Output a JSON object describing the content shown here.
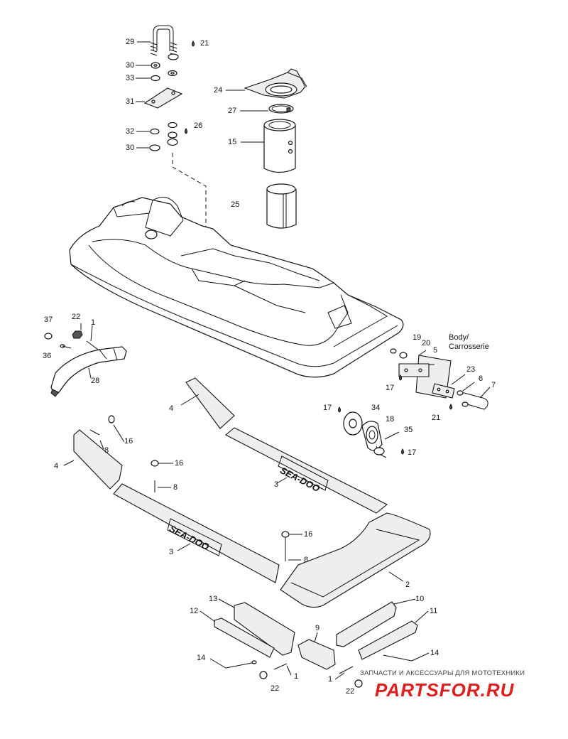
{
  "diagram": {
    "labels": [
      {
        "id": "l29",
        "text": "29"
      },
      {
        "id": "l21a",
        "text": "21"
      },
      {
        "id": "l30a",
        "text": "30"
      },
      {
        "id": "l33",
        "text": "33"
      },
      {
        "id": "l31",
        "text": "31"
      },
      {
        "id": "l32",
        "text": "32"
      },
      {
        "id": "l26",
        "text": "26"
      },
      {
        "id": "l30b",
        "text": "30"
      },
      {
        "id": "l24",
        "text": "24"
      },
      {
        "id": "l27",
        "text": "27"
      },
      {
        "id": "l15",
        "text": "15"
      },
      {
        "id": "l25",
        "text": "25"
      },
      {
        "id": "l37",
        "text": "37"
      },
      {
        "id": "l22a",
        "text": "22"
      },
      {
        "id": "l1a",
        "text": "1"
      },
      {
        "id": "l36",
        "text": "36"
      },
      {
        "id": "l28",
        "text": "28"
      },
      {
        "id": "l19",
        "text": "19"
      },
      {
        "id": "l20",
        "text": "20"
      },
      {
        "id": "l5",
        "text": "5"
      },
      {
        "id": "l17a",
        "text": "17"
      },
      {
        "id": "l23",
        "text": "23"
      },
      {
        "id": "l6",
        "text": "6"
      },
      {
        "id": "l7",
        "text": "7"
      },
      {
        "id": "l21b",
        "text": "21"
      },
      {
        "id": "l4a",
        "text": "4"
      },
      {
        "id": "l17b",
        "text": "17"
      },
      {
        "id": "l34",
        "text": "34"
      },
      {
        "id": "l18",
        "text": "18"
      },
      {
        "id": "l35",
        "text": "35"
      },
      {
        "id": "l17c",
        "text": "17"
      },
      {
        "id": "l8a",
        "text": "8"
      },
      {
        "id": "l16a",
        "text": "16"
      },
      {
        "id": "l4b",
        "text": "4"
      },
      {
        "id": "l16b",
        "text": "16"
      },
      {
        "id": "l8b",
        "text": "8"
      },
      {
        "id": "l3a",
        "text": "3"
      },
      {
        "id": "l16c",
        "text": "16"
      },
      {
        "id": "l3b",
        "text": "3"
      },
      {
        "id": "l8c",
        "text": "8"
      },
      {
        "id": "l2",
        "text": "2"
      },
      {
        "id": "l13",
        "text": "13"
      },
      {
        "id": "l10",
        "text": "10"
      },
      {
        "id": "l12",
        "text": "12"
      },
      {
        "id": "l11",
        "text": "11"
      },
      {
        "id": "l9",
        "text": "9"
      },
      {
        "id": "l14a",
        "text": "14"
      },
      {
        "id": "l14b",
        "text": "14"
      },
      {
        "id": "l1b",
        "text": "1"
      },
      {
        "id": "l1c",
        "text": "1"
      },
      {
        "id": "l22b",
        "text": "22"
      },
      {
        "id": "l22c",
        "text": "22"
      }
    ],
    "body_note_line1": "Body/",
    "body_note_line2": "Carrosserie",
    "mat_logo_text": "SEA-DOO"
  },
  "watermark": {
    "caption": "ЗАПЧАСТИ И АКСЕССУАРЫ ДЛЯ МОТОТЕХНИКИ",
    "logo": "PARTSFOR.RU",
    "accent_color": "#e11d1d"
  }
}
